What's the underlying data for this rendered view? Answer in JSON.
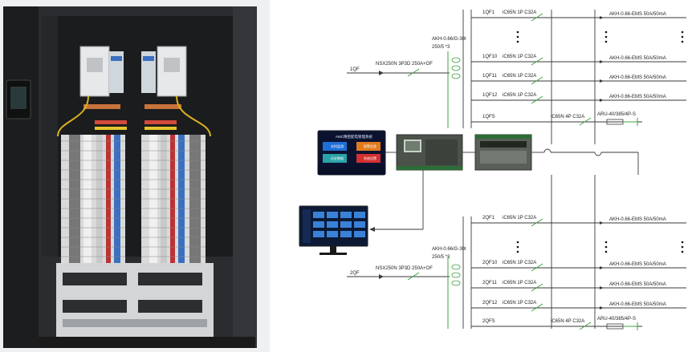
{
  "diagram": {
    "incomers": [
      {
        "id": "1QF",
        "breaker": "NSX250N 3P3D 250A+OF",
        "ct": [
          "AKH-0.66/G-30I",
          "250/5 *3"
        ]
      },
      {
        "id": "2QF",
        "breaker": "NSX250N 3P3D 250A+OF",
        "ct": [
          "AKH-0.66/G-30I",
          "250/5 *3"
        ]
      }
    ],
    "feeders_top": [
      {
        "id": "1QF1",
        "breaker": "iC65N 1P C32A",
        "sensor": "AKH-0.66-EMS 50A/50mA"
      },
      {
        "id": "1QF10",
        "breaker": "iC65N 1P C32A",
        "sensor": "AKH-0.66-EMS 50A/50mA"
      },
      {
        "id": "1QF11",
        "breaker": "iC65N 1P C32A",
        "sensor": "AKH-0.66-EMS 50A/50mA"
      },
      {
        "id": "1QF12",
        "breaker": "iC65N 1P C32A",
        "sensor": "AKH-0.66-EMS 50A/50mA"
      },
      {
        "id": "1QFS",
        "breaker": "iC65N 4P C32A",
        "sensor": "ARU-40/385/4P-S"
      }
    ],
    "feeders_bottom": [
      {
        "id": "2QF1",
        "breaker": "iC65N 1P C32A",
        "sensor": "AKH-0.66-EMS 50A/50mA"
      },
      {
        "id": "2QF10",
        "breaker": "iC65N 1P C32A",
        "sensor": "AKH-0.66-EMS 50A/50mA"
      },
      {
        "id": "2QF11",
        "breaker": "iC65N 1P C32A",
        "sensor": "AKH-0.66-EMS 50A/50mA"
      },
      {
        "id": "2QF12",
        "breaker": "iC65N 1P C32A",
        "sensor": "AKH-0.66-EMS 50A/50mA"
      },
      {
        "id": "2QFS",
        "breaker": "iC65N 4P C32A",
        "sensor": "ARU-40/385/4P-S"
      }
    ],
    "hmi_title": "AMC精密配电管理系统",
    "hmi_tiles": [
      "实时监测",
      "报警信息",
      "历史数据",
      "系统设置"
    ]
  }
}
